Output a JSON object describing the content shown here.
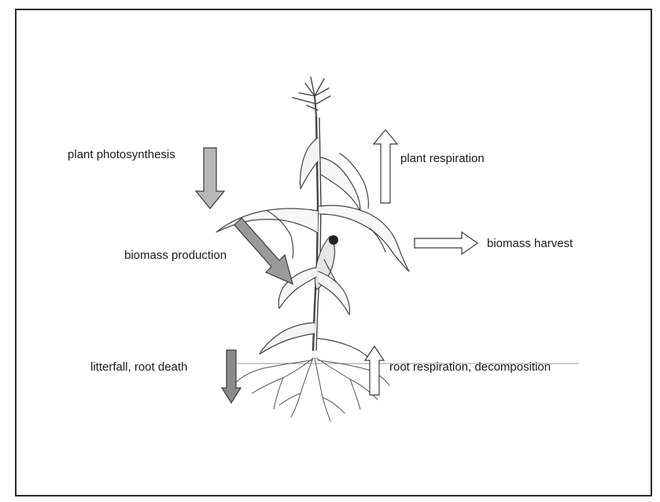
{
  "diagram": {
    "labels": {
      "plant_photosynthesis": "plant photosynthesis",
      "plant_respiration": "plant respiration",
      "biomass_production": "biomass production",
      "biomass_harvest": "biomass harvest",
      "litterfall_root_death": "litterfall, root death",
      "root_respiration_decomposition": "root respiration, decomposition"
    },
    "colors": {
      "frame": "#2a2a2a",
      "shaded_arrow": "#b8b8b8",
      "dark_arrow": "#8a8a8a",
      "hollow_arrow": "#ffffff",
      "plant_stroke": "#444444",
      "ear_dark": "#222222"
    },
    "icons": {
      "plant": "corn-plant-illustration",
      "arrows": "flux-arrow"
    }
  }
}
